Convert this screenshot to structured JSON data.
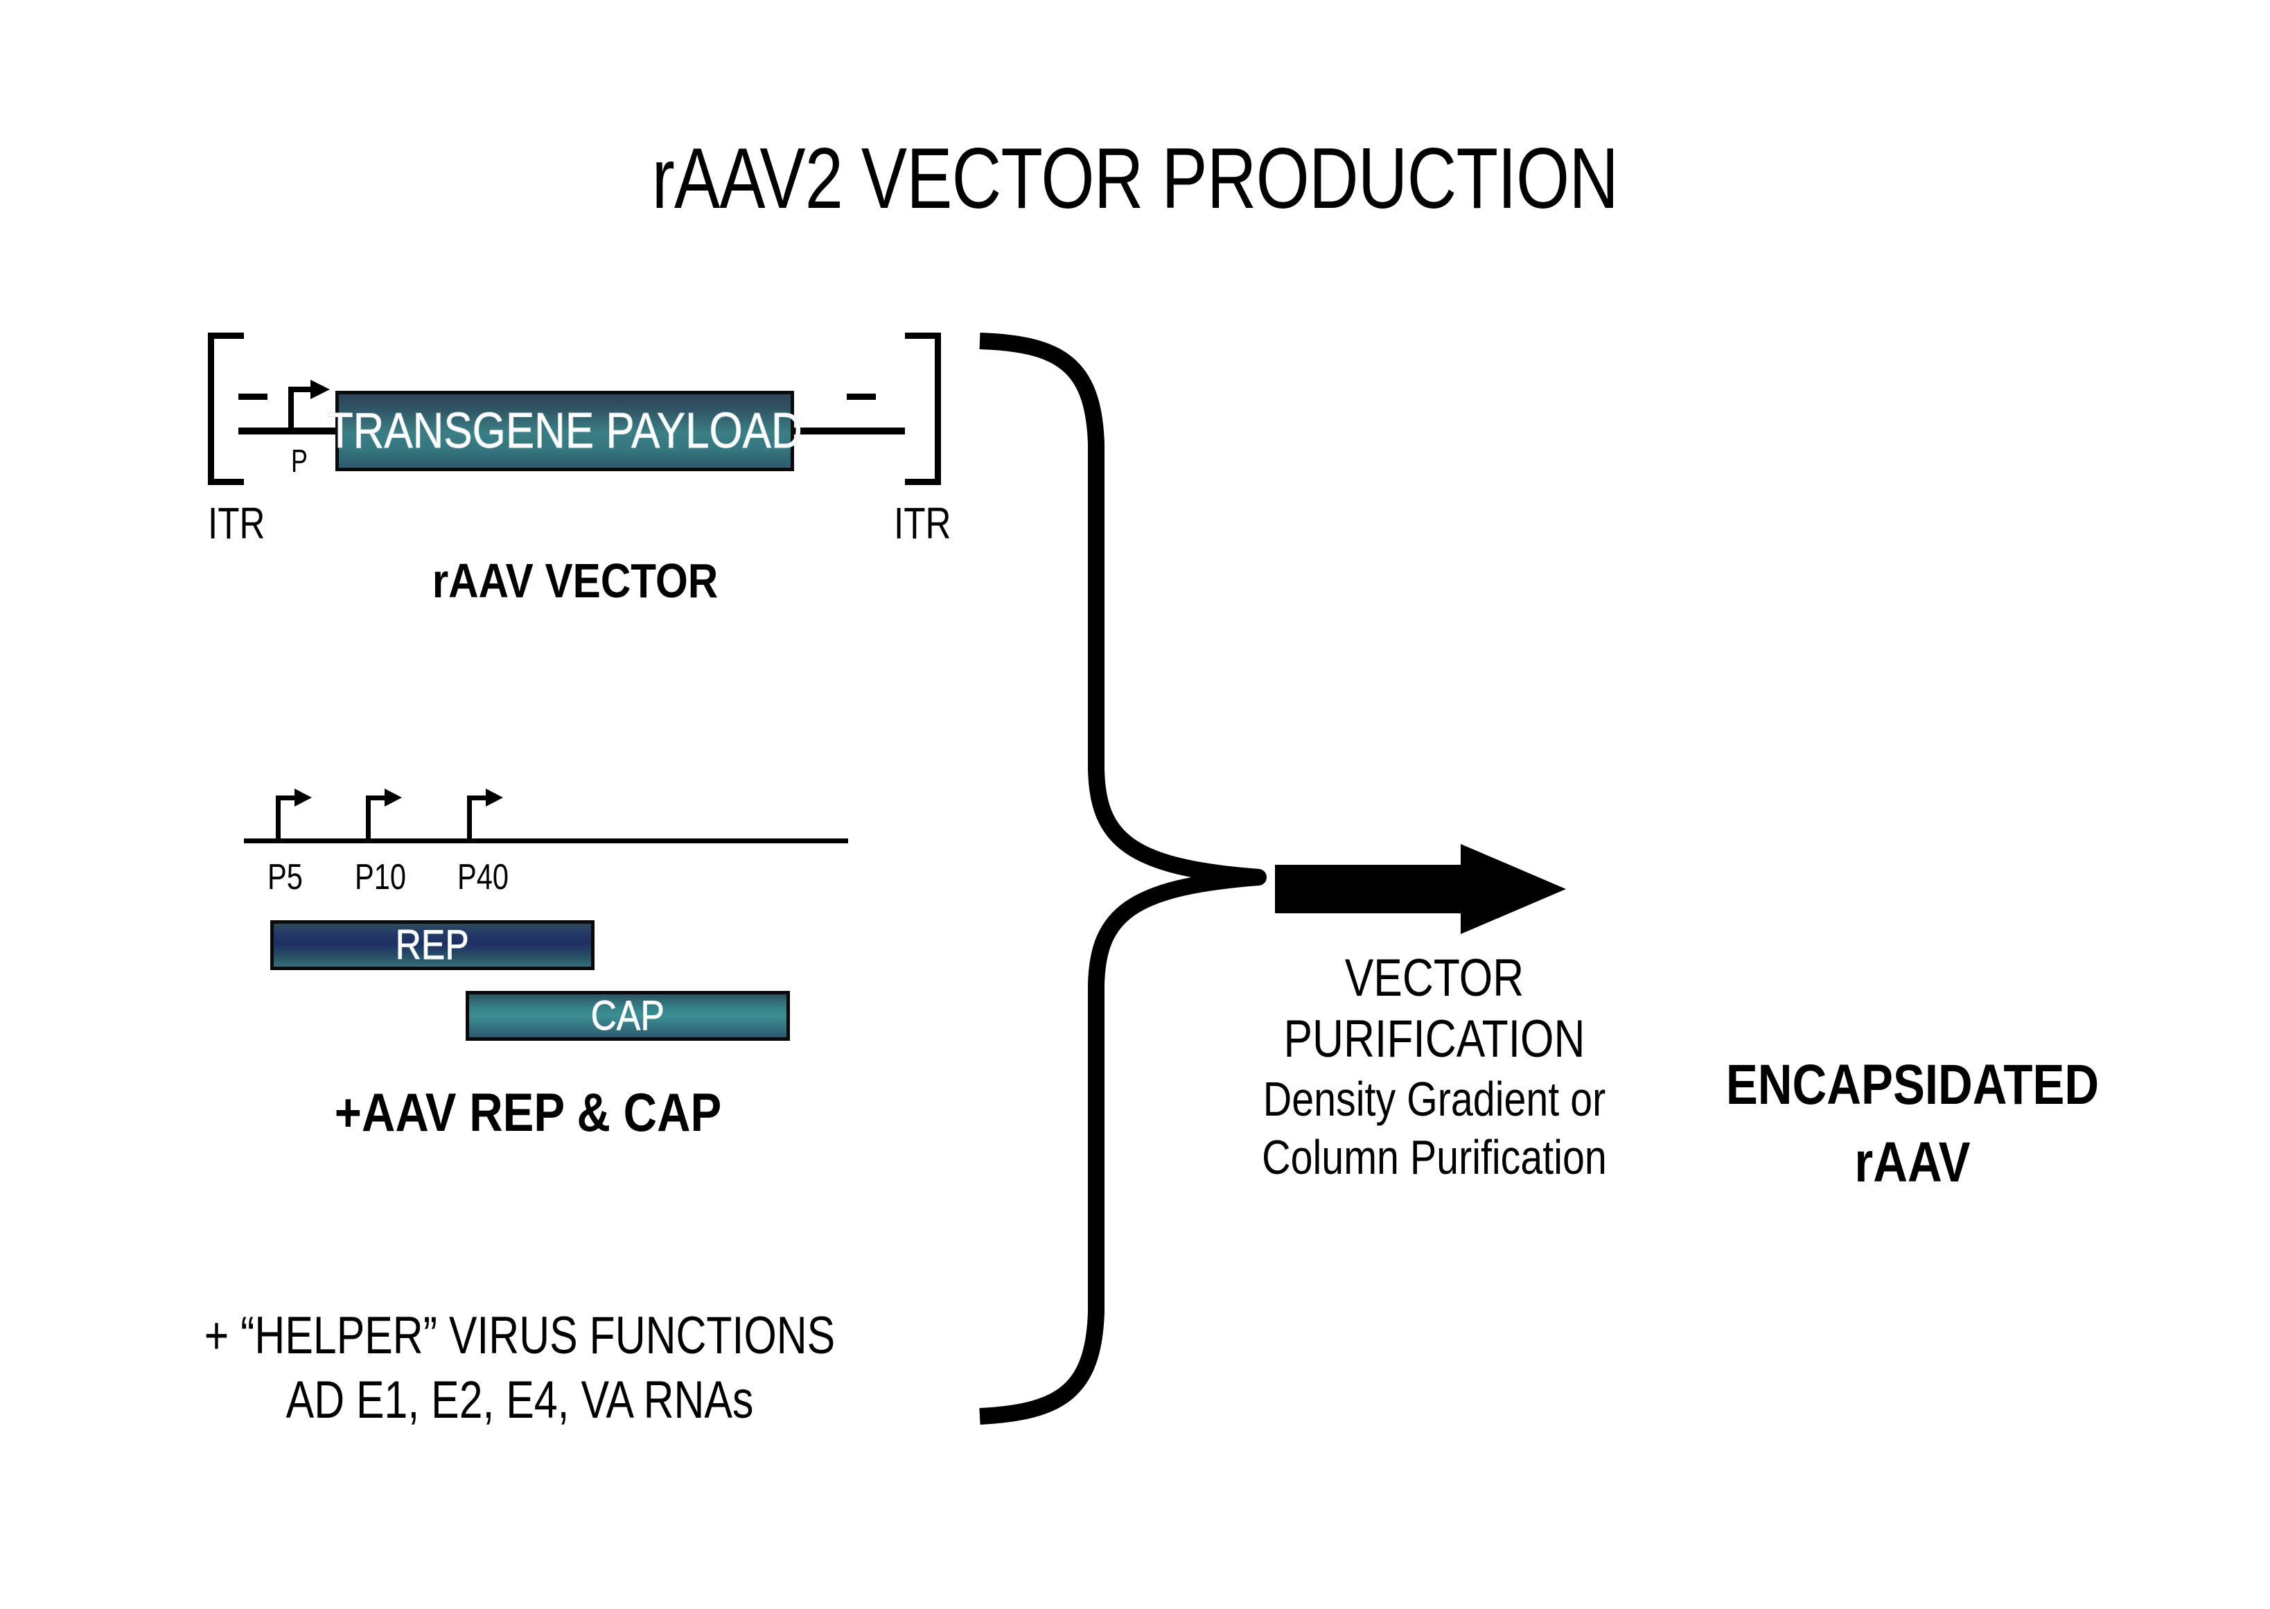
{
  "title": "rAAV2 VECTOR PRODUCTION",
  "vector": {
    "itr_left_label": "ITR",
    "itr_right_label": "ITR",
    "promoter_label": "P",
    "payload_label": "TRANSGENE PAYLOAD",
    "caption": "rAAV VECTOR"
  },
  "repcap": {
    "promoters": [
      {
        "label": "P5"
      },
      {
        "label": "P10"
      },
      {
        "label": "P40"
      }
    ],
    "rep_label": "REP",
    "cap_label": "CAP",
    "caption": "+AAV REP & CAP"
  },
  "helper": {
    "line1": "+ “HELPER” VIRUS FUNCTIONS",
    "line2": "AD E1, E2, E4, VA RNAs"
  },
  "purification": {
    "line1": "VECTOR",
    "line2": "PURIFICATION",
    "line3": "Density Gradient or",
    "line4": "Column Purification"
  },
  "output": {
    "line1": "ENCAPSIDATED",
    "line2": "rAAV"
  },
  "colors": {
    "ink": "#000000",
    "background": "#ffffff",
    "payload_teal": "#3b7e84",
    "rep_navy": "#1e2f63",
    "cap_teal": "#3c8e90",
    "box_outline": "#0a0a0a",
    "box_text": "#ffffff"
  }
}
